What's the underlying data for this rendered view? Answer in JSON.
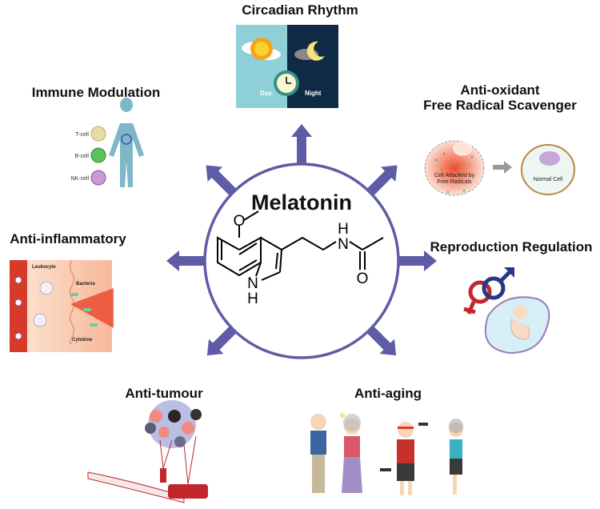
{
  "center": {
    "title": "Melatonin",
    "structure_atoms": {
      "methoxy_o": "O",
      "indole_n": "N",
      "indole_h": "H",
      "amide_n": "N",
      "amide_h": "H",
      "carbonyl_o": "O"
    }
  },
  "colors": {
    "arrow": "#5d5ca5",
    "circle_stroke": "#5d5ca5",
    "day_bg": "#8fd0d8",
    "night_bg": "#0e2a44"
  },
  "functions": [
    {
      "id": "circadian",
      "title": "Circadian Rhythm",
      "direction": "up",
      "labels": {
        "day": "Day",
        "night": "Night"
      }
    },
    {
      "id": "antioxidant",
      "title_line1": "Anti-oxidant",
      "title_line2": "Free Radical Scavenger",
      "direction": "up-right",
      "labels": {
        "attacked_line1": "Cell Attacked by",
        "attacked_line2": "Free Radicals",
        "normal": "Normal Cell"
      }
    },
    {
      "id": "reproduction",
      "title": "Reproduction Regulation",
      "direction": "right"
    },
    {
      "id": "antiaging",
      "title": "Anti-aging",
      "direction": "down-right"
    },
    {
      "id": "antitumour",
      "title": "Anti-tumour",
      "direction": "down-left"
    },
    {
      "id": "antiinflammatory",
      "title": "Anti-inflammatory",
      "direction": "left",
      "labels": {
        "leukocyte": "Leukocyte",
        "bacteria": "Bacteria",
        "cytokine": "Cytokine"
      }
    },
    {
      "id": "immune",
      "title": "Immune Modulation",
      "direction": "up-left",
      "labels": {
        "tcell": "T-cell",
        "bcell": "B-cell",
        "nkcell": "NK-cell"
      }
    }
  ]
}
